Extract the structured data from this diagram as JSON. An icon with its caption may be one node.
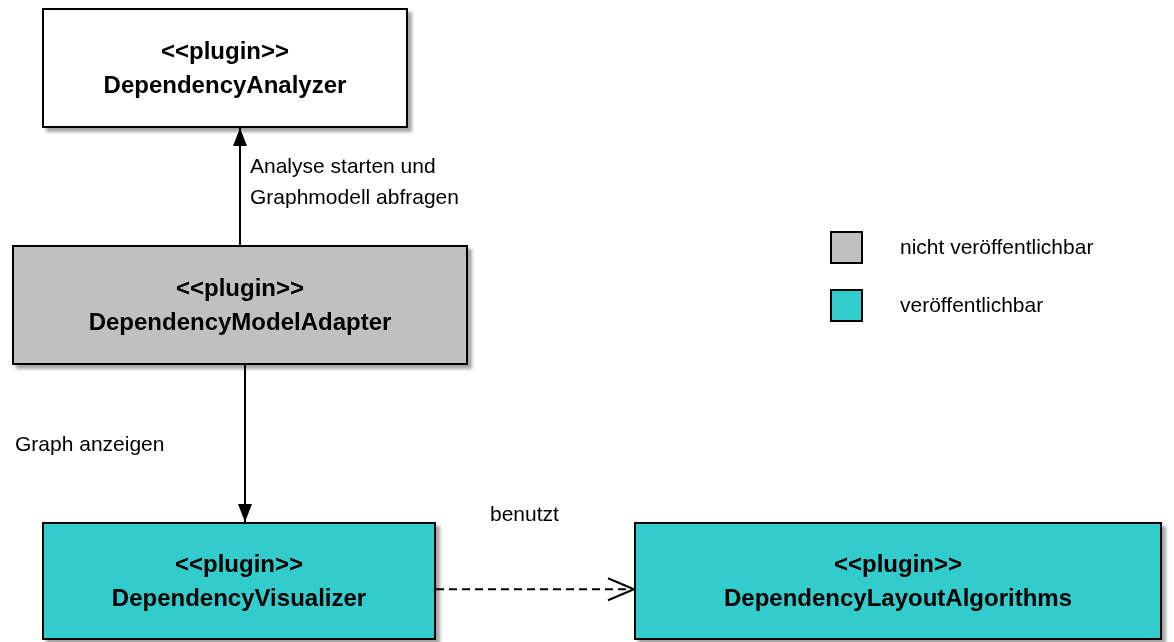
{
  "diagram": {
    "nodes": [
      {
        "text": [
          "<<plugin>>",
          "DependencyAnalyzer"
        ]
      },
      {
        "text": [
          "<<plugin>>",
          "DependencyModelAdapter"
        ]
      },
      {
        "text": [
          "<<plugin>>",
          "DependencyVisualizer"
        ]
      },
      {
        "text": [
          "<<plugin>>",
          "DependencyLayoutAlgorithms"
        ]
      }
    ],
    "edges": [
      {
        "from": 1,
        "to": 0,
        "arrow": "to",
        "label": "Analyse starten und Graphmodell abfragen"
      },
      {
        "from": 1,
        "to": 2,
        "arrow": "to",
        "label": "Graph anzeigen"
      },
      {
        "from": 2,
        "to": 3,
        "arrow": "to",
        "label": "benutzt",
        "style": "dashed"
      }
    ],
    "legend": [
      {
        "text": "nicht veröffentlichbar",
        "color": "#c0c0c0"
      },
      {
        "text": "veröffentlichbar",
        "color": "#33cccc"
      }
    ]
  }
}
